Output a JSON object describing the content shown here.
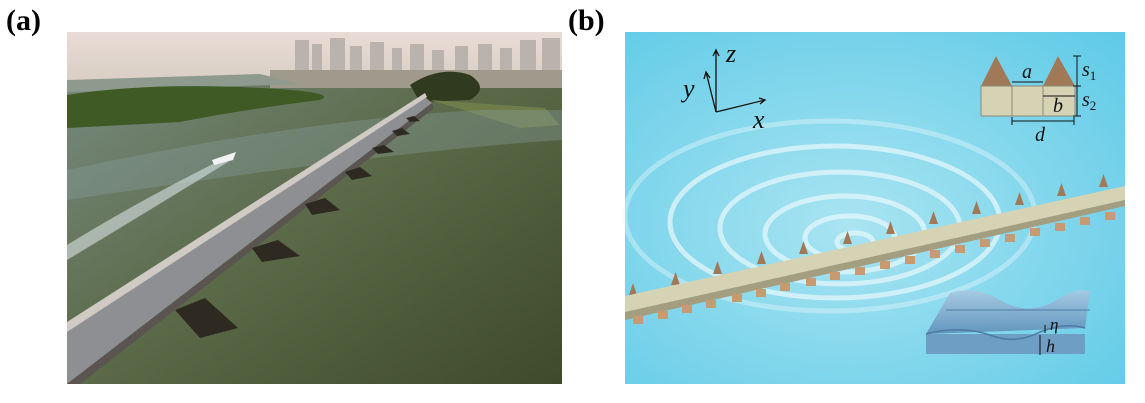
{
  "panels": {
    "a": {
      "label": "(a)"
    },
    "b": {
      "label": "(b)",
      "axes": {
        "z": "z",
        "y": "y",
        "x": "x"
      },
      "pier_inset": {
        "a": "a",
        "b": "b",
        "d": "d",
        "s1": "s",
        "s1_sub": "1",
        "s2": "s",
        "s2_sub": "2"
      },
      "water_inset": {
        "eta": "η",
        "h": "h"
      }
    }
  },
  "colors": {
    "water_b": "#7fd6ec",
    "pier": "#a07a58",
    "deck": "#d6d3b4"
  }
}
